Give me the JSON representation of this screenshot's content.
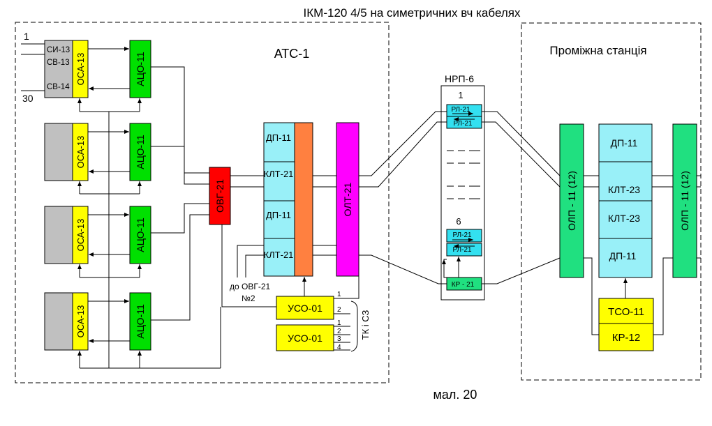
{
  "title": "ІКМ-120 4/5 на симетричних вч кабелях",
  "caption": "мал. 20",
  "ats": {
    "label": "АТС-1",
    "line_first": "1",
    "line_last": "30",
    "si13": "СИ-13",
    "sv13": "СВ-13",
    "sv14": "СВ-14",
    "osa": "ОСА-13",
    "atso": "АЦО-11",
    "ovg": "ОВГ-21",
    "dp_top": "ДП-11",
    "klt_top": "КЛТ-21",
    "dp_bot": "ДП-11",
    "klt_bot": "КЛТ-21",
    "olt": "ОЛТ-21",
    "uso_1": "УСО-01",
    "uso_2": "УСО-01",
    "to_ovg": "до ОВГ-21",
    "no2": "№2",
    "tk_sz": "ТК і СЗ",
    "pins": [
      "1",
      "2",
      "1",
      "2",
      "3",
      "4"
    ]
  },
  "nrp": {
    "label": "НРП-6",
    "num_1": "1",
    "num_6": "6",
    "rl": "РЛ-21",
    "kr": "КР - 21"
  },
  "intermediate": {
    "label": "Проміжна станція",
    "olp_left": "ОЛП - 11 (12)",
    "olp_right": "ОЛП - 11 (12)",
    "dp_top": "ДП-11",
    "klt_top": "КЛТ-23",
    "klt_bot": "КЛТ-23",
    "dp_bot": "ДП-11",
    "tso": "ТСО-11",
    "kr": "КР-12"
  },
  "colors": {
    "grey": "#c0c0c0",
    "yellow": "#ffff00",
    "green": "#00e000",
    "red": "#ff0000",
    "orange": "#ff8040",
    "magenta": "#ff00ff",
    "cyan": "#99f0f8",
    "cyan_small": "#33e0f0",
    "teal_green": "#20e080"
  }
}
